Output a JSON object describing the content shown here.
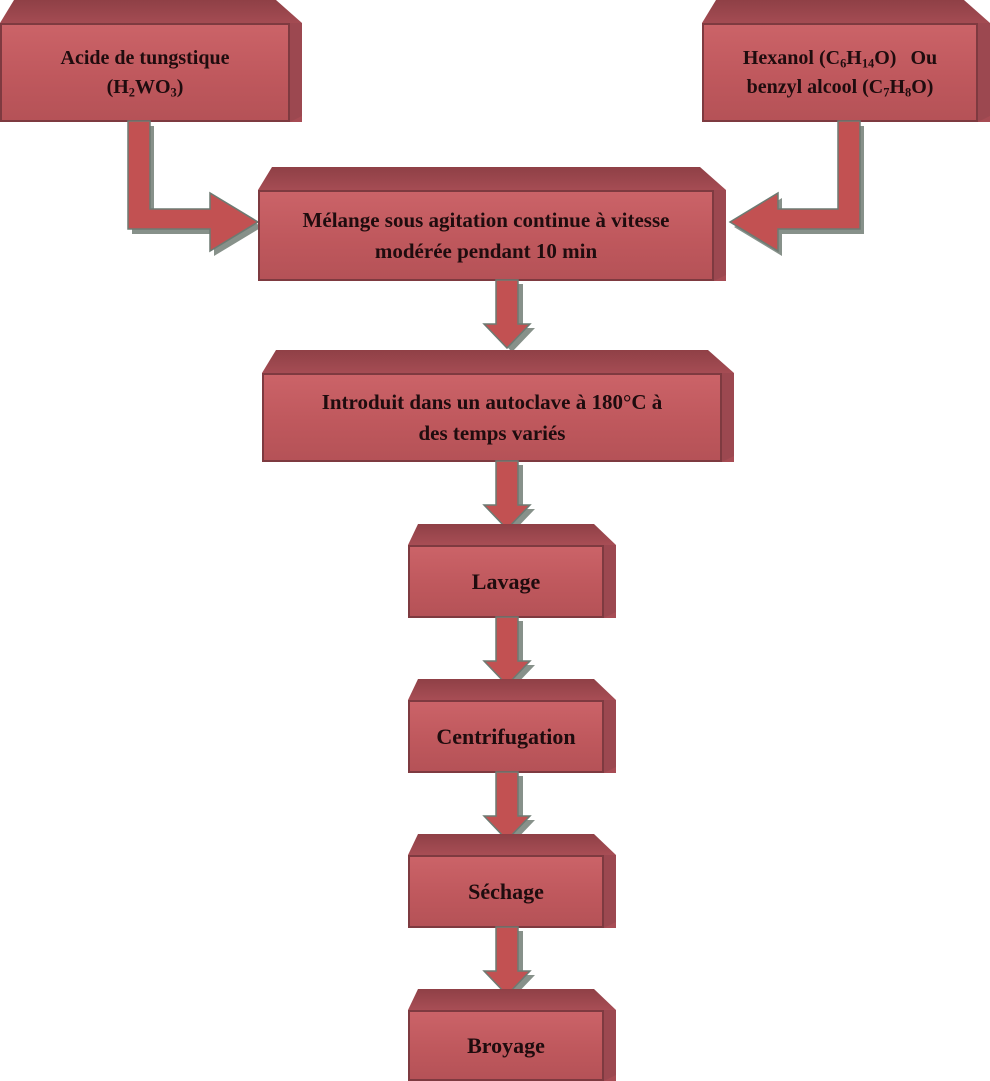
{
  "colors": {
    "background": "#ffffff",
    "box_fill": "#c05a5f",
    "box_top": "#a84e55",
    "box_side": "#9c4850",
    "box_border": "#7e3a40",
    "arrow_fill": "#c25152",
    "arrow_outline": "#6d7a72",
    "arrow_shadow": "#87918a",
    "text": "#1f0c0e"
  },
  "boxes": {
    "acide": {
      "line1": "Acide de tungstique",
      "formula": {
        "p1": "(H",
        "s1": "2",
        "p2": "WO",
        "s2": "3",
        "p3": ")"
      }
    },
    "hexanol": {
      "l1": {
        "p1": "Hexanol (C",
        "s1": "6",
        "p2": "H",
        "s2": "14",
        "p3": "O)",
        "conj": "Ou"
      },
      "l2": {
        "p1": "benzyl alcool (C",
        "s1": "7",
        "p2": "H",
        "s2": "8",
        "p3": "O)"
      }
    },
    "melange": {
      "line1": "Mélange sous agitation continue à vitesse",
      "line2": "modérée pendant 10 min"
    },
    "autoclave": {
      "line1": "Introduit dans un autoclave à 180°C à",
      "line2": "des temps variés"
    },
    "lavage": {
      "label": "Lavage"
    },
    "centrifugation": {
      "label": "Centrifugation"
    },
    "sechage": {
      "label": "Séchage"
    },
    "broyage": {
      "label": "Broyage"
    }
  }
}
